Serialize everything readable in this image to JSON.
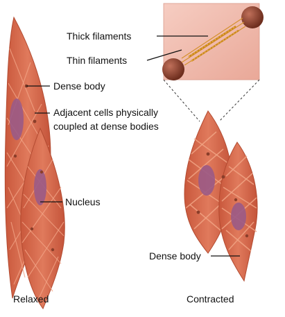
{
  "labels": {
    "thick_filaments": "Thick filaments",
    "thin_filaments": "Thin filaments",
    "dense_body_relaxed": "Dense body",
    "adjacent_line1": "Adjacent cells physically",
    "adjacent_line2": "coupled at dense bodies",
    "nucleus": "Nucleus",
    "dense_body_contracted": "Dense body"
  },
  "captions": {
    "relaxed": "Relaxed",
    "contracted": "Contracted"
  },
  "colors": {
    "cell_fill": "#d86a4c",
    "cell_dark": "#b84a30",
    "filament_line": "#f0a888",
    "nucleus": "#9a5a86",
    "inset_bg": "#f2c0b4",
    "dense_body": "#8a3e2a",
    "filament_gold": "#d89a2a"
  }
}
